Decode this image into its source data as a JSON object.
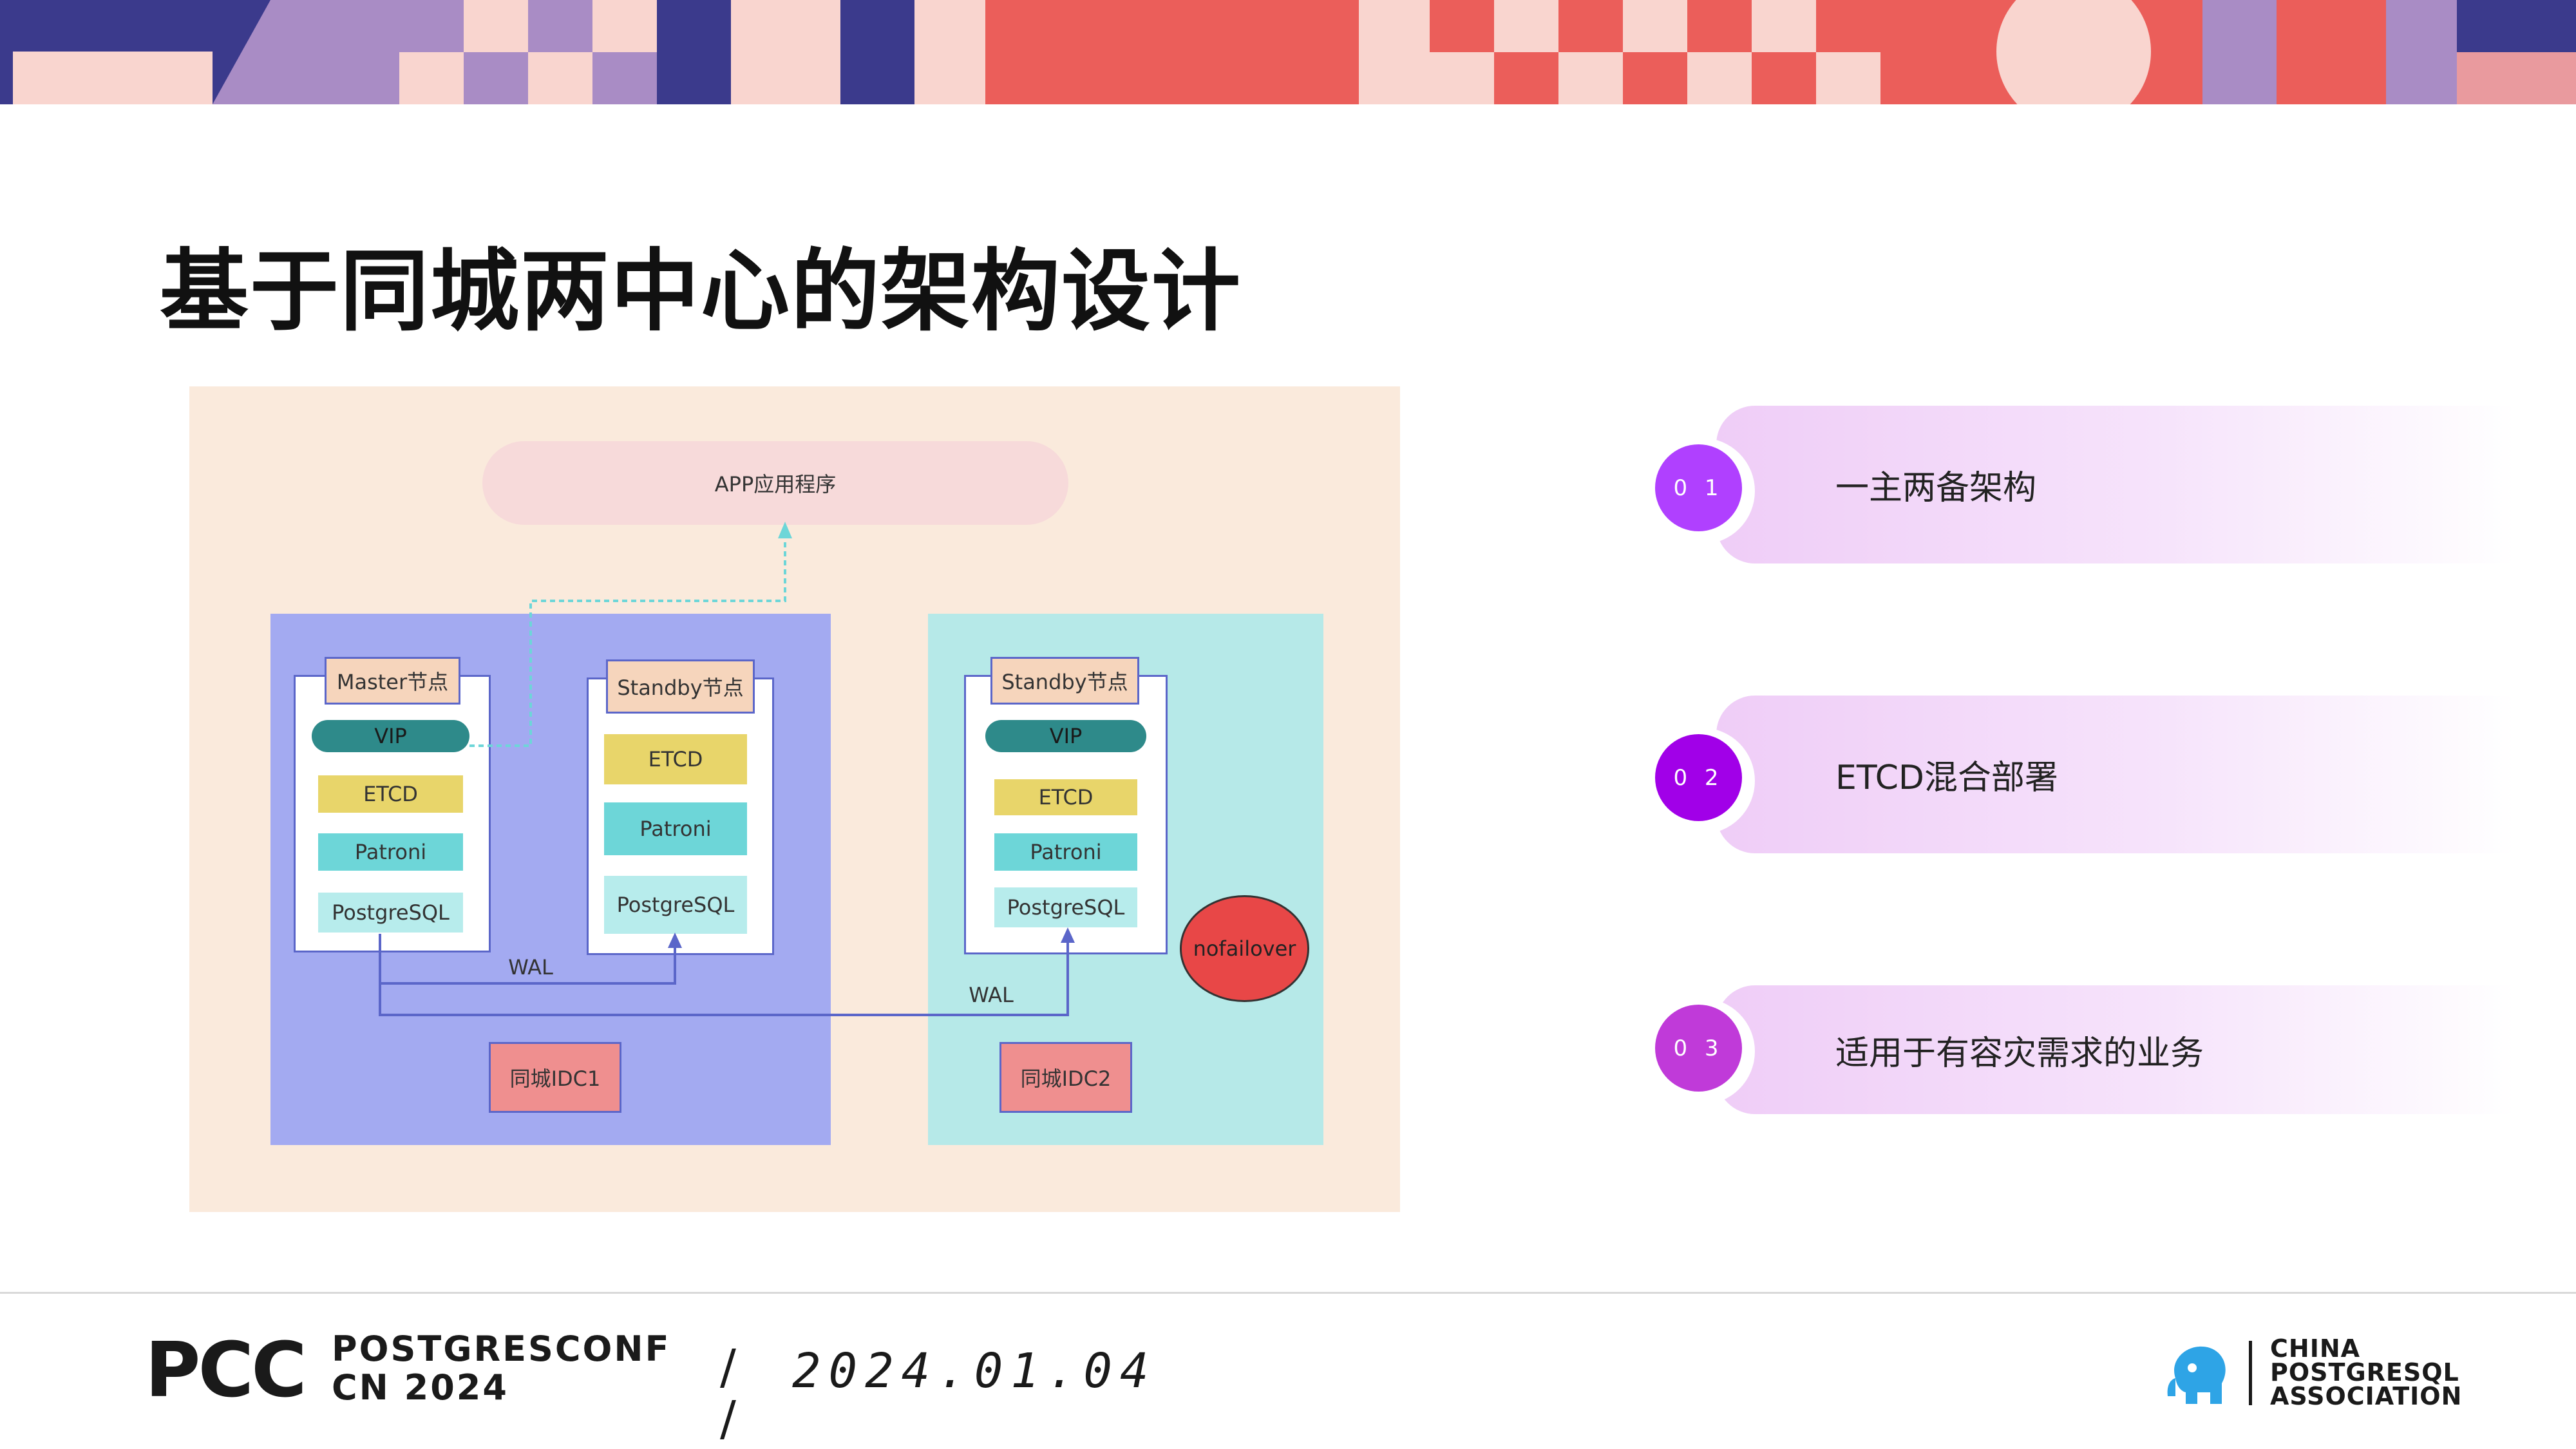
{
  "page": {
    "title": "基于同城两中心的架构设计"
  },
  "diagram": {
    "app_label": "APP应用程序",
    "nodes": [
      {
        "title": "Master节点",
        "components": [
          "VIP",
          "ETCD",
          "Patroni",
          "PostgreSQL"
        ]
      },
      {
        "title": "Standby节点",
        "components": [
          "ETCD",
          "Patroni",
          "PostgreSQL"
        ]
      },
      {
        "title": "Standby节点",
        "components": [
          "VIP",
          "ETCD",
          "Patroni",
          "PostgreSQL"
        ]
      }
    ],
    "wal_labels": [
      "WAL",
      "WAL"
    ],
    "nofailover_label": "nofailover",
    "idc_labels": [
      "同城IDC1",
      "同城IDC2"
    ],
    "colors": {
      "background": "#faeadc",
      "zone1": "#a3aaf1",
      "zone2": "#b6e9e8",
      "vip": "#2e8a8a",
      "etcd": "#e8d56a",
      "patroni": "#6dd6d8",
      "postgresql": "#b7ecec",
      "nofailover": "#e84747"
    }
  },
  "features": [
    {
      "number": "0 1",
      "text": "一主两备架构",
      "color": "#b040ff"
    },
    {
      "number": "0 2",
      "text": "ETCD混合部署",
      "color": "#a100e8"
    },
    {
      "number": "0 3",
      "text": "适用于有容灾需求的业务",
      "color": "#c03ad9"
    }
  ],
  "footer": {
    "logo": "PCC",
    "conf_line1": "POSTGRESCONF",
    "conf_line2": "CN 2024",
    "date": "2024.01.04",
    "association": [
      "CHINA",
      "POSTGRESQL",
      "ASSOCIATION"
    ]
  }
}
